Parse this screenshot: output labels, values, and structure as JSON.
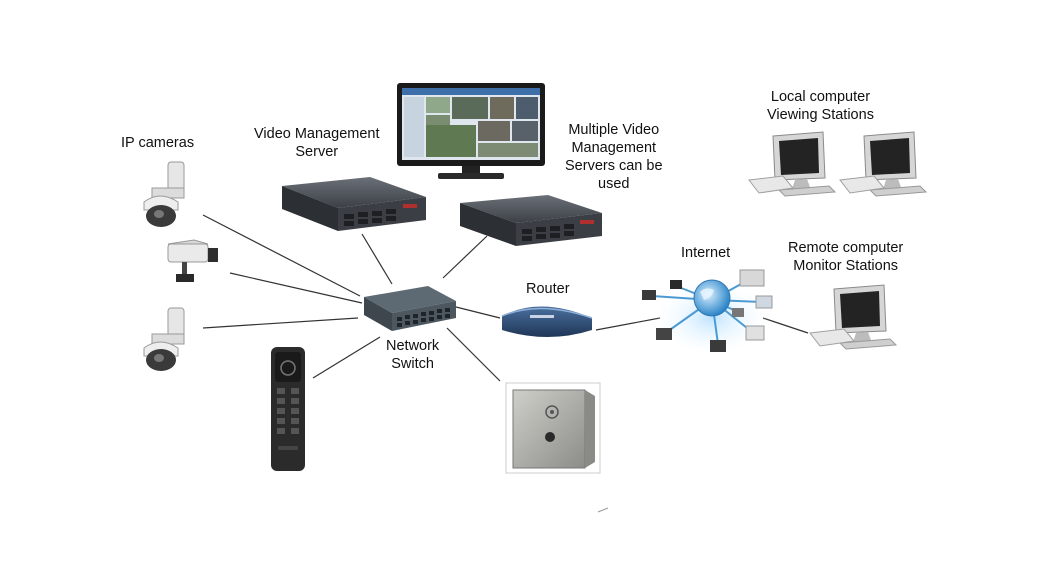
{
  "labels": {
    "ip_cameras": "IP cameras",
    "vms_line1": "Video Management",
    "vms_line2": "Server",
    "multi_line1": "Multiple Video",
    "multi_line2": "Management",
    "multi_line3": "Servers can be",
    "multi_line4": "used",
    "local_line1": "Local computer",
    "local_line2": "Viewing Stations",
    "internet": "Internet",
    "remote_line1": "Remote computer",
    "remote_line2": "Monitor Stations",
    "router": "Router",
    "switch_line1": "Network",
    "switch_line2": "Switch"
  },
  "icons": {
    "camera": "ip-camera-icon",
    "server": "rack-server-icon",
    "monitor": "monitor-icon",
    "computer": "desktop-computer-icon",
    "switch": "network-switch-icon",
    "router": "router-icon",
    "cloud": "internet-globe-icon",
    "keypad": "access-keypad-icon",
    "intercom": "door-intercom-icon"
  },
  "colors": {
    "line": "#333333",
    "server": "#3a3e44",
    "globe": "#4a9ad4",
    "router": "#2f4f7a",
    "intercom": "#a8a8a4"
  }
}
